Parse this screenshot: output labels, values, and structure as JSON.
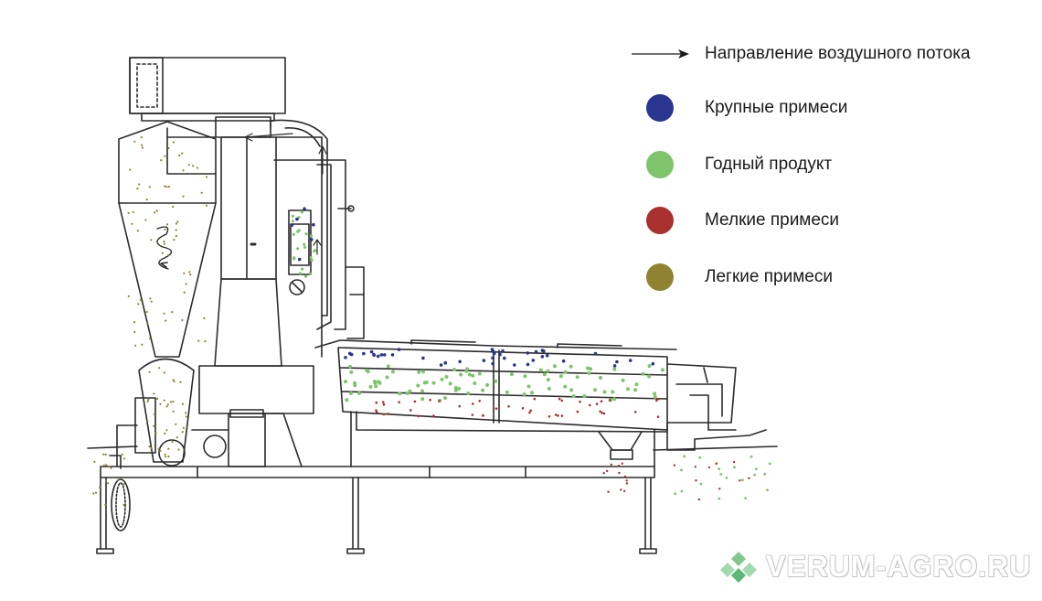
{
  "legend": {
    "airflow_label": "Направление воздушного потока",
    "items": [
      {
        "label": "Крупные примеси",
        "color": "#2a3590"
      },
      {
        "label": "Годный продукт",
        "color": "#7dc46a"
      },
      {
        "label": "Мелкие примеси",
        "color": "#a8302e"
      },
      {
        "label": "Легкие примеси",
        "color": "#8f8230"
      }
    ]
  },
  "watermark": {
    "text": "VERUM-AGRO.RU",
    "color": "#8fcf9b"
  },
  "colors": {
    "line": "#2b2b2b"
  }
}
